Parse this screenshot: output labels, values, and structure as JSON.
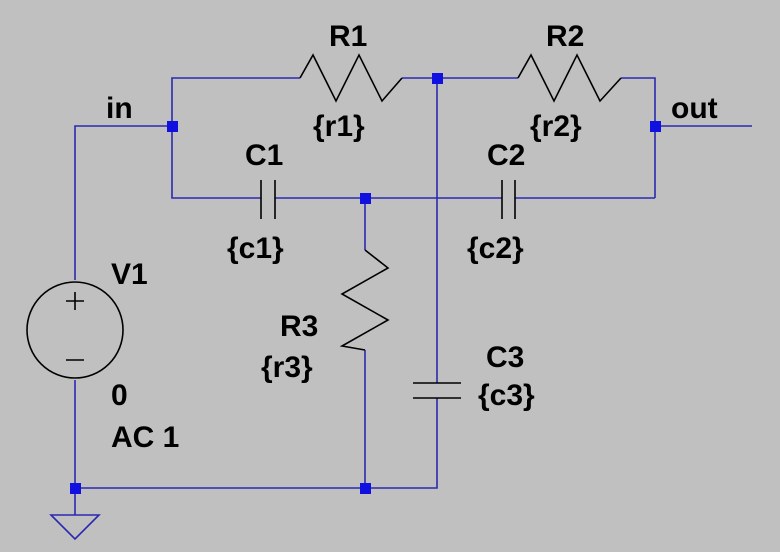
{
  "colors": {
    "background": "#c0c0c0",
    "wire": "#2a2ab0",
    "component": "#000000",
    "junction": "#1010e0",
    "text": "#000000"
  },
  "nets": {
    "input": "in",
    "output": "out"
  },
  "components": {
    "R1": {
      "name": "R1",
      "value": "{r1}"
    },
    "R2": {
      "name": "R2",
      "value": "{r2}"
    },
    "R3": {
      "name": "R3",
      "value": "{r3}"
    },
    "C1": {
      "name": "C1",
      "value": "{c1}"
    },
    "C2": {
      "name": "C2",
      "value": "{c2}"
    },
    "C3": {
      "name": "C3",
      "value": "{c3}"
    },
    "V1": {
      "name": "V1",
      "value": "0",
      "ac": "AC 1"
    }
  },
  "icons": [
    "ground-icon",
    "voltage-source-icon",
    "resistor-icon",
    "capacitor-icon",
    "junction-dot-icon"
  ]
}
